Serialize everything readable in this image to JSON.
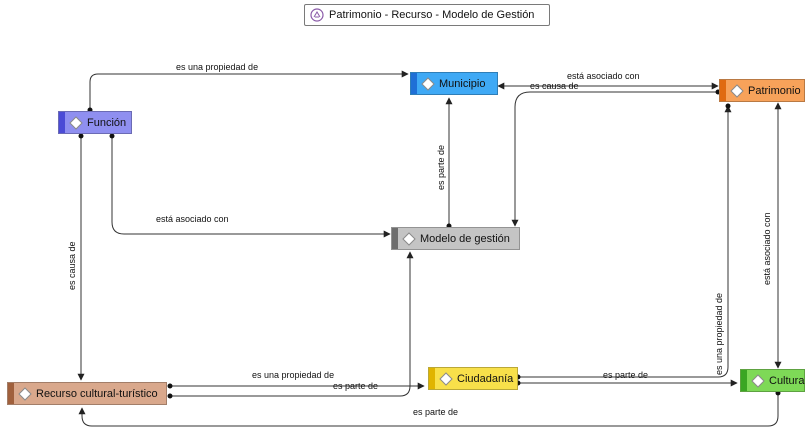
{
  "title": "Patrimonio - Recurso - Modelo de Gestión",
  "icons": {
    "title": "diagram-logo-icon",
    "node": "diamond-concept-icon"
  },
  "nodes": {
    "municipio": {
      "label": "Municipio",
      "fill": "#3fa9f5",
      "bar": "#1f6fd6"
    },
    "patrimonio": {
      "label": "Patrimonio",
      "fill": "#f7a25a",
      "bar": "#e06a10"
    },
    "funcion": {
      "label": "Función",
      "fill": "#8f8ff0",
      "bar": "#4b4bd6"
    },
    "modelo": {
      "label": "Modelo de gestión",
      "fill": "#c4c4c4",
      "bar": "#6e6e6e"
    },
    "recurso": {
      "label": "Recurso cultural-turístico",
      "fill": "#d9a88c",
      "bar": "#a0603c"
    },
    "ciudadania": {
      "label": "Ciudadanía",
      "fill": "#f8e04a",
      "bar": "#e0b400"
    },
    "cultura": {
      "label": "Cultura",
      "fill": "#7ed957",
      "bar": "#3aa623"
    }
  },
  "edges": {
    "funcion_municipio": "es una propiedad de",
    "municipio_patrimonio": "está asociado con",
    "patrimonio_modelo": "es causa de",
    "modelo_municipio": "es parte de",
    "funcion_modelo": "está asociado con",
    "funcion_recurso": "es causa de",
    "patrimonio_cultura": "está asociado con",
    "ciudadania_patrimonio": "es una propiedad de",
    "recurso_ciudadania": "es una propiedad de",
    "recurso_modelo": "es parte de",
    "ciudadania_cultura": "es parte de",
    "cultura_recurso": "es parte de"
  }
}
